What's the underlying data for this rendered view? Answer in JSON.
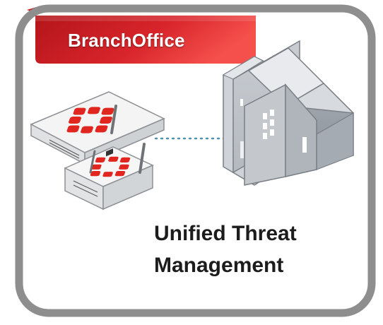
{
  "tab": {
    "label": "BranchOffice"
  },
  "title": {
    "line1": "Unified Threat",
    "line2": "Management"
  },
  "colors": {
    "frame": "#8e8e8e",
    "tab_red": "#c8171e",
    "tab_red_light": "#f04a47",
    "text": "#1c1c1c",
    "connector": "#4a8eb6"
  },
  "icons": [
    "fortigate-appliance-icon",
    "fortigate-wifi-appliance-icon",
    "branch-office-building-icon",
    "connection-dotted-line"
  ]
}
